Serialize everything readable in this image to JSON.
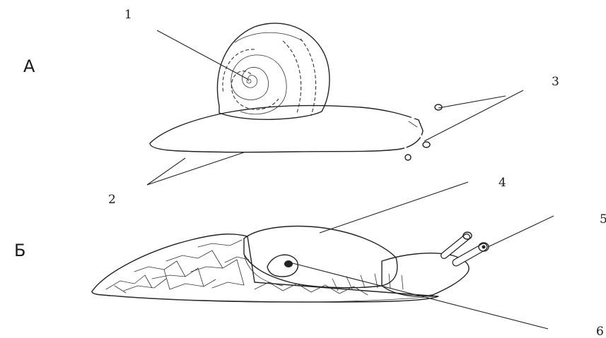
{
  "figure": {
    "sections": [
      {
        "id": "A",
        "label": "А"
      },
      {
        "id": "B",
        "label": "Б"
      }
    ],
    "numbers": [
      "1",
      "2",
      "3",
      "4",
      "5",
      "6"
    ]
  }
}
